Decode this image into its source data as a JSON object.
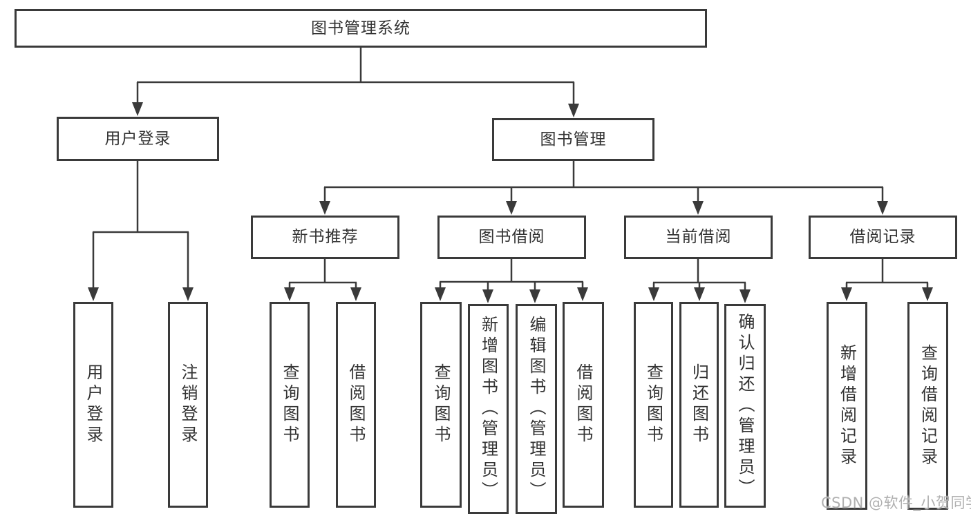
{
  "tree": {
    "root": {
      "label": "图书管理系统"
    },
    "branches": [
      {
        "label": "用户登录",
        "leaves": [
          {
            "label": "用户登录"
          },
          {
            "label": "注销登录"
          }
        ]
      },
      {
        "label": "图书管理",
        "groups": [
          {
            "label": "新书推荐",
            "leaves": [
              {
                "label": "查询图书"
              },
              {
                "label": "借阅图书"
              }
            ]
          },
          {
            "label": "图书借阅",
            "leaves": [
              {
                "label": "查询图书"
              },
              {
                "label": "新增图书（管理员）"
              },
              {
                "label": "编辑图书（管理员）"
              },
              {
                "label": "借阅图书"
              }
            ]
          },
          {
            "label": "当前借阅",
            "leaves": [
              {
                "label": "查询图书"
              },
              {
                "label": "归还图书"
              },
              {
                "label": "确认归还（管理员）"
              }
            ]
          },
          {
            "label": "借阅记录",
            "leaves": [
              {
                "label": "新增借阅记录"
              },
              {
                "label": "查询借阅记录"
              }
            ]
          }
        ]
      }
    ]
  },
  "watermark": {
    "text": "CSDN @软件_小贺同学"
  },
  "colors": {
    "line": "#3a3a3a",
    "box_border": "#3a3a3a",
    "text": "#333333",
    "watermark": "#b0b0b0",
    "background": "#ffffff"
  }
}
